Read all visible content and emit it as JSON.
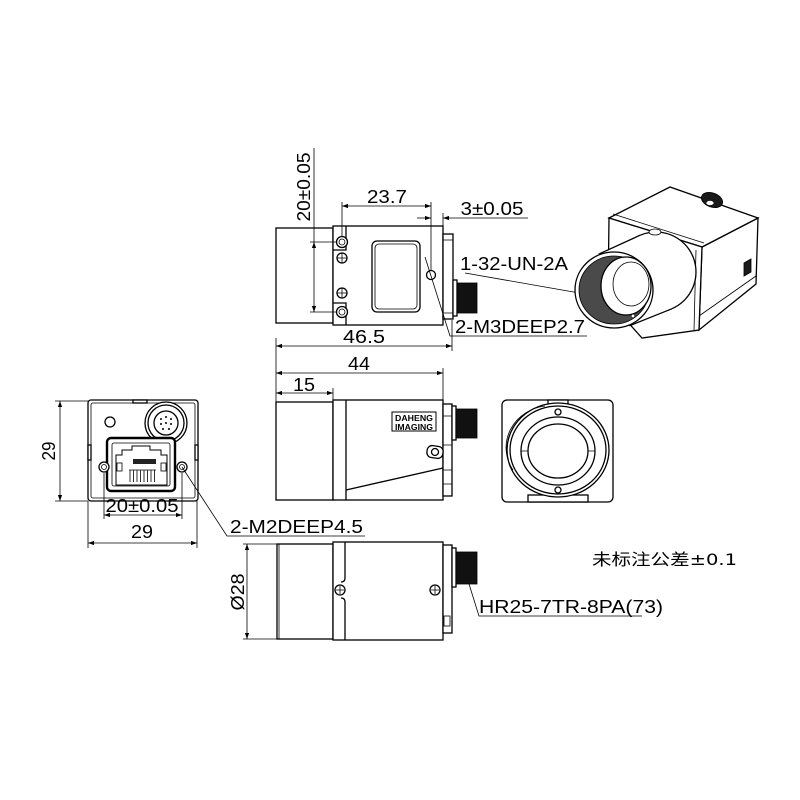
{
  "top_view": {
    "height_dim": "20±0.05",
    "hole_spacing_dim": "23.7",
    "hole_offset_dim": "3±0.05",
    "thread_callout": "1-32-UN-2A",
    "mount_holes_callout": "2-M3DEEP2.7",
    "overall_length_dim": "46.5"
  },
  "side_view": {
    "body_length_dim": "44",
    "lens_length_dim": "15",
    "logo": {
      "line1": "DAHENG",
      "line2": "IMAGING"
    }
  },
  "back_view": {
    "height_dim": "29",
    "hole_spacing_dim": "20±0.05",
    "width_dim": "29",
    "mount_holes_callout": "2-M2DEEP4.5"
  },
  "bottom_view": {
    "diameter_dim": "Ø28",
    "connector_callout": "HR25-7TR-8PA(73)"
  },
  "note": {
    "tolerance": "未标注公差±0.1"
  },
  "style": {
    "line_color": "#000000",
    "background": "#ffffff",
    "connector_fill": "#111111"
  }
}
